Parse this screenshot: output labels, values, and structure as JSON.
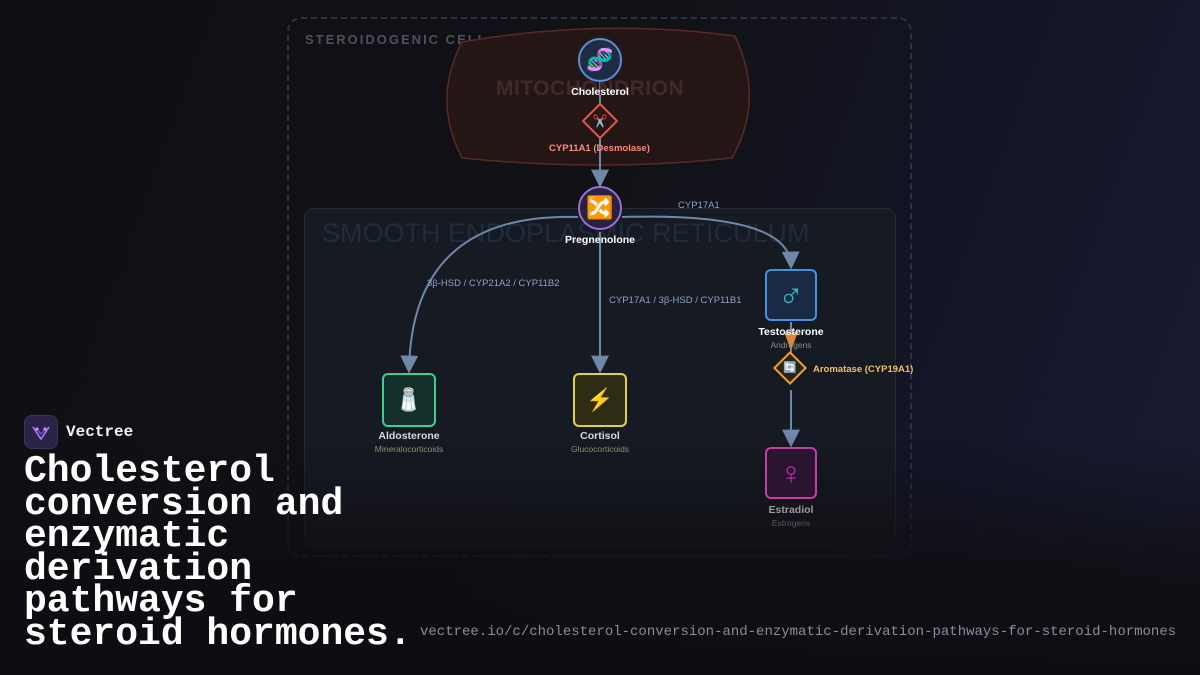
{
  "diagram": {
    "compartments": {
      "cell": "STEROIDOGENIC CELL",
      "mitochondrion": "MITOCHONDRION",
      "er": "SMOOTH ENDOPLASMIC RETICULUM"
    },
    "nodes": {
      "cholesterol": {
        "label": "Cholesterol",
        "icon": "dna-icon",
        "glyph": "🧬"
      },
      "pregnenolone": {
        "label": "Pregnenolone",
        "icon": "shuffle-icon",
        "glyph": "🔀"
      },
      "testosterone": {
        "label": "Testosterone",
        "sublabel": "Androgens",
        "icon": "male-symbol-icon",
        "glyph": "♂"
      },
      "aldosterone": {
        "label": "Aldosterone",
        "sublabel": "Mineralocorticoids",
        "icon": "salt-shaker-icon",
        "glyph": "🧂"
      },
      "cortisol": {
        "label": "Cortisol",
        "sublabel": "Glucocorticoids",
        "icon": "lightning-icon",
        "glyph": "⚡"
      },
      "estradiol": {
        "label": "Estradiol",
        "sublabel": "Estrogens",
        "icon": "female-symbol-icon",
        "glyph": "♀"
      }
    },
    "enzymes": {
      "desmolase": {
        "label": "CYP11A1 (Desmolase)",
        "icon": "scissors-icon",
        "glyph": "✂️",
        "color": "#e05a4e"
      },
      "aromatase": {
        "label": "Aromatase (CYP19A1)",
        "icon": "cycle-icon",
        "glyph": "🔄",
        "color": "#f0a030"
      }
    },
    "edge_labels": {
      "to_testosterone": "CYP17A1",
      "to_aldosterone": "3β-HSD / CYP21A2 / CYP11B2",
      "to_cortisol": "CYP17A1 / 3β-HSD / CYP11B1"
    },
    "colors": {
      "edge": "#6f87a8",
      "cholesterol": "#5b8fd6",
      "pregnenolone": "#9b6fd6",
      "testosterone": "#4a90e2",
      "aldosterone": "#3ecf8e",
      "cortisol": "#e0d050",
      "estradiol": "#c040a8"
    }
  },
  "brand": {
    "name": "Vectree",
    "logo_icon": "vectree-logo-icon"
  },
  "headline": "Cholesterol conversion and enzymatic derivation pathways for steroid hormones.",
  "url": "vectree.io/c/cholesterol-conversion-and-enzymatic-derivation-pathways-for-steroid-hormones"
}
